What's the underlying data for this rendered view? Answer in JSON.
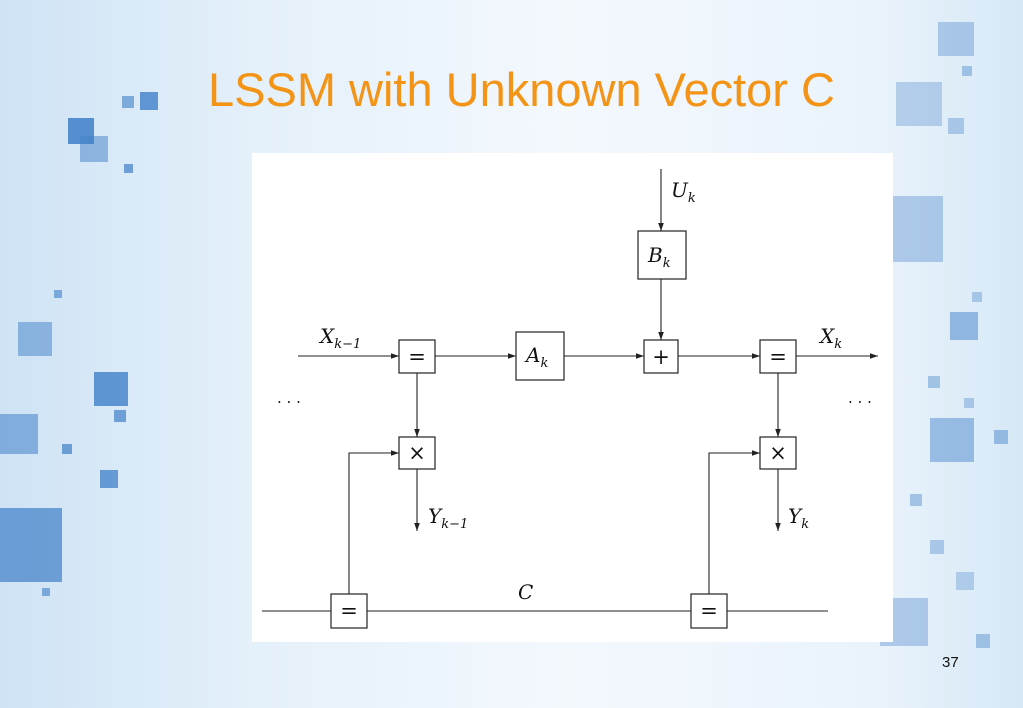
{
  "slide": {
    "title": "LSSM with Unknown Vector C",
    "page_number": "37"
  },
  "diagram": {
    "boxes": {
      "B": {
        "base": "B",
        "sub": "k"
      },
      "A": {
        "base": "A",
        "sub": "k"
      },
      "eq_left": "=",
      "eq_right": "=",
      "plus": "+",
      "mult_left": "×",
      "mult_right": "×",
      "eq_bottom_left": "=",
      "eq_bottom_right": "="
    },
    "labels": {
      "U": {
        "base": "U",
        "sub": "k"
      },
      "X_prev": {
        "base": "X",
        "sub": "k−1"
      },
      "X_next": {
        "base": "X",
        "sub": "k"
      },
      "Y_prev": {
        "base": "Y",
        "sub": "k−1"
      },
      "Y_next": {
        "base": "Y",
        "sub": "k"
      },
      "C": "C",
      "dots_left": "· · ·",
      "dots_right": "· · ·"
    }
  }
}
